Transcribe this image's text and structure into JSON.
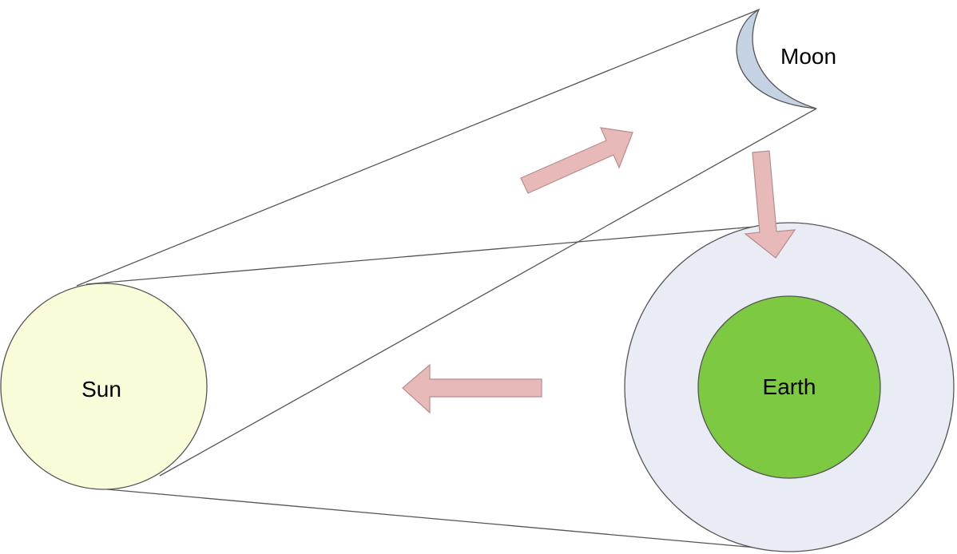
{
  "labels": {
    "sun": "Sun",
    "earth": "Earth",
    "moon": "Moon"
  },
  "colors": {
    "sun_fill": "#f9fbd9",
    "earth_fill": "#7dc941",
    "atmosphere_fill": "#e9ecf4",
    "moon_fill": "#c5d2e4",
    "arrow_fill": "#e8b9b9",
    "arrow_stroke": "#b78c8c",
    "line_stroke": "#555555"
  }
}
